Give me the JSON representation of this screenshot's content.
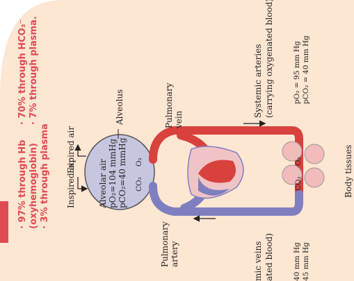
{
  "colors": {
    "background_note": "#fde6d2",
    "note_text": "#e04a54",
    "deoxygenated": "#7f7fc0",
    "oxygenated": "#d9413d",
    "alveolus_fill": "#c6c6e0",
    "tissue_fill": "#f2bcbc",
    "heart_body": "#f0c4c6"
  },
  "notes": {
    "left": [
      "· 97% through Hb",
      "(oxyhemoglobin)",
      "· 3% through plasma"
    ],
    "right": [
      "· 70% through HCO₃⁻",
      "· 7% through plasma."
    ]
  },
  "labels": {
    "inspired_air": "Inspired air",
    "expired_air": "Expired air",
    "alveolar_air": "Alveolar air",
    "alveolar_po2": "pO₂=104 mmHg",
    "alveolar_pco2": "pCO₂=40 mmHg",
    "alveolus": "Alveolus",
    "co2": "CO₂",
    "o2": "O₂",
    "pulmonary_vein": [
      "Pulmonary",
      "vein"
    ],
    "pulmonary_artery": [
      "Pulmonary",
      "artery"
    ],
    "systemic_arteries": [
      "Systemic arteries",
      "(carrying oxygenated blood)"
    ],
    "arterial_po2": "pO₂  = 95 mm Hg",
    "arterial_pco2": "pCO₂ = 40 mm Hg",
    "systemic_veins": [
      "mic veins",
      "ated blood)"
    ],
    "venous_po2": "40 mm Hg",
    "venous_pco2": "45 mm Hg",
    "body_tissues": "Body tissues",
    "tissue_co2": "CO₂",
    "tissue_o2": "O₂"
  }
}
